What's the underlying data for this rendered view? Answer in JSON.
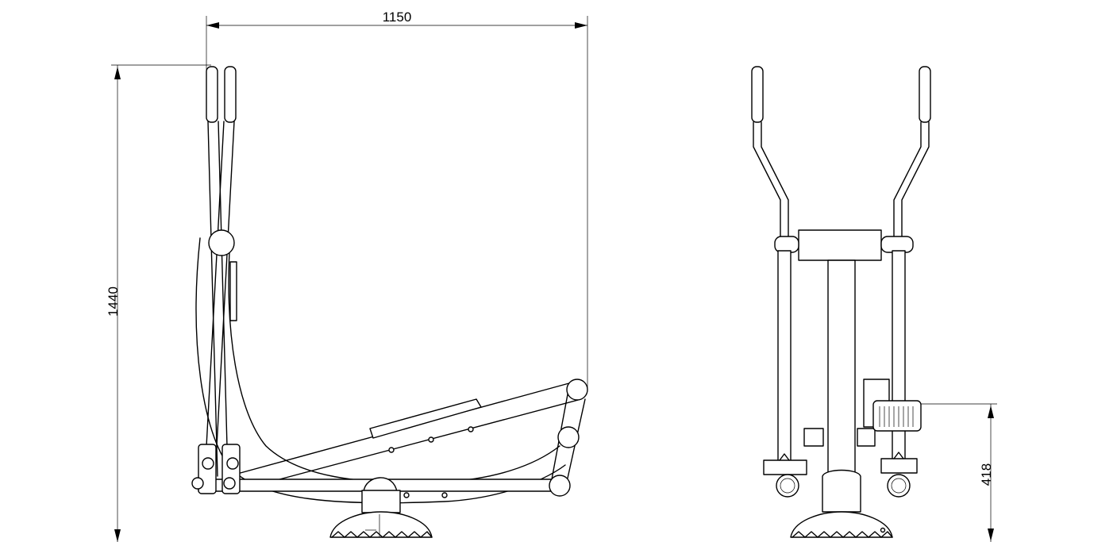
{
  "drawing": {
    "views": [
      "side-view",
      "front-view"
    ],
    "dimensions": {
      "width": "1150",
      "height": "1440",
      "pedal_height": "418"
    },
    "colors": {
      "line": "#000000",
      "background": "#ffffff"
    }
  }
}
